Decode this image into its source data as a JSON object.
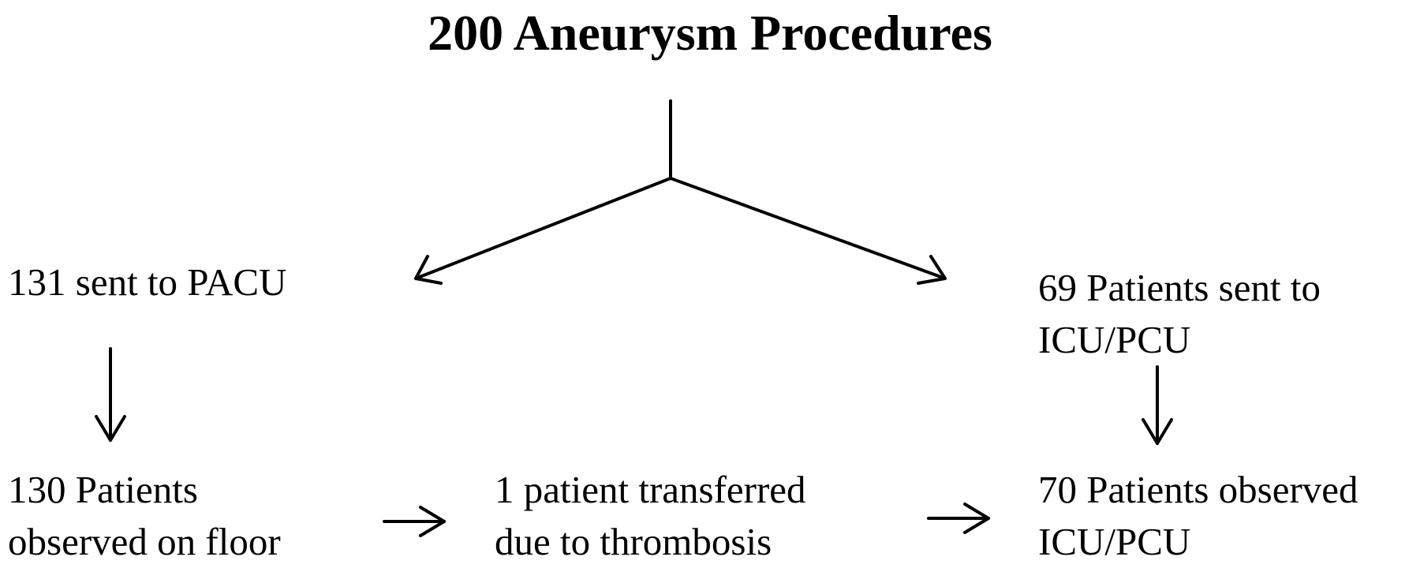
{
  "title": "200 Aneurysm Procedures",
  "nodes": {
    "pacu": {
      "lines": [
        "131 sent to PACU"
      ]
    },
    "icu_sent": {
      "lines": [
        "69 Patients sent to",
        "ICU/PCU"
      ]
    },
    "floor": {
      "lines": [
        "130 Patients",
        "observed on floor"
      ]
    },
    "transfer": {
      "lines": [
        "1 patient transferred",
        "due to thrombosis"
      ]
    },
    "icu_observed": {
      "lines": [
        "70 Patients observed",
        "ICU/PCU"
      ]
    }
  },
  "colors": {
    "ink": "#000000",
    "background": "#ffffff"
  }
}
